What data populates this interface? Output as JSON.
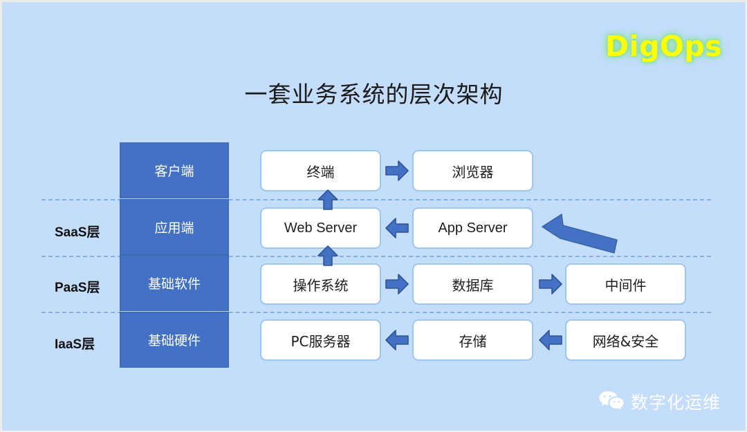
{
  "brand": {
    "name": "DigOps",
    "text_color": "#ffff00",
    "glow_color": "#7ee08a"
  },
  "slide": {
    "title": "一套业务系统的层次架构",
    "background_color": "#c3ddfb",
    "accent_blue": "#4372c4",
    "box_border_color": "#9cc5ef",
    "separator_color": "#7eaee0"
  },
  "tiers": [
    {
      "label": "SaaS层"
    },
    {
      "label": "PaaS层"
    },
    {
      "label": "IaaS层"
    }
  ],
  "stack": [
    {
      "label": "客户端"
    },
    {
      "label": "应用端"
    },
    {
      "label": "基础软件"
    },
    {
      "label": "基础硬件"
    }
  ],
  "rows": [
    {
      "name": "client-row",
      "nodes": [
        {
          "label": "终端"
        },
        {
          "label": "浏览器"
        }
      ],
      "arrows": [
        "right"
      ]
    },
    {
      "name": "application-row",
      "nodes": [
        {
          "label": "Web Server"
        },
        {
          "label": "App Server"
        }
      ],
      "arrows": [
        "left"
      ]
    },
    {
      "name": "base-software-row",
      "nodes": [
        {
          "label": "操作系统"
        },
        {
          "label": "数据库"
        },
        {
          "label": "中间件"
        }
      ],
      "arrows": [
        "right",
        "right"
      ]
    },
    {
      "name": "base-hardware-row",
      "nodes": [
        {
          "label": "PC服务器"
        },
        {
          "label": "存储"
        },
        {
          "label": "网络&安全"
        }
      ],
      "arrows": [
        "left",
        "left"
      ]
    }
  ],
  "watermark": {
    "icon": "wechat-icon",
    "text": "数字化运维"
  }
}
